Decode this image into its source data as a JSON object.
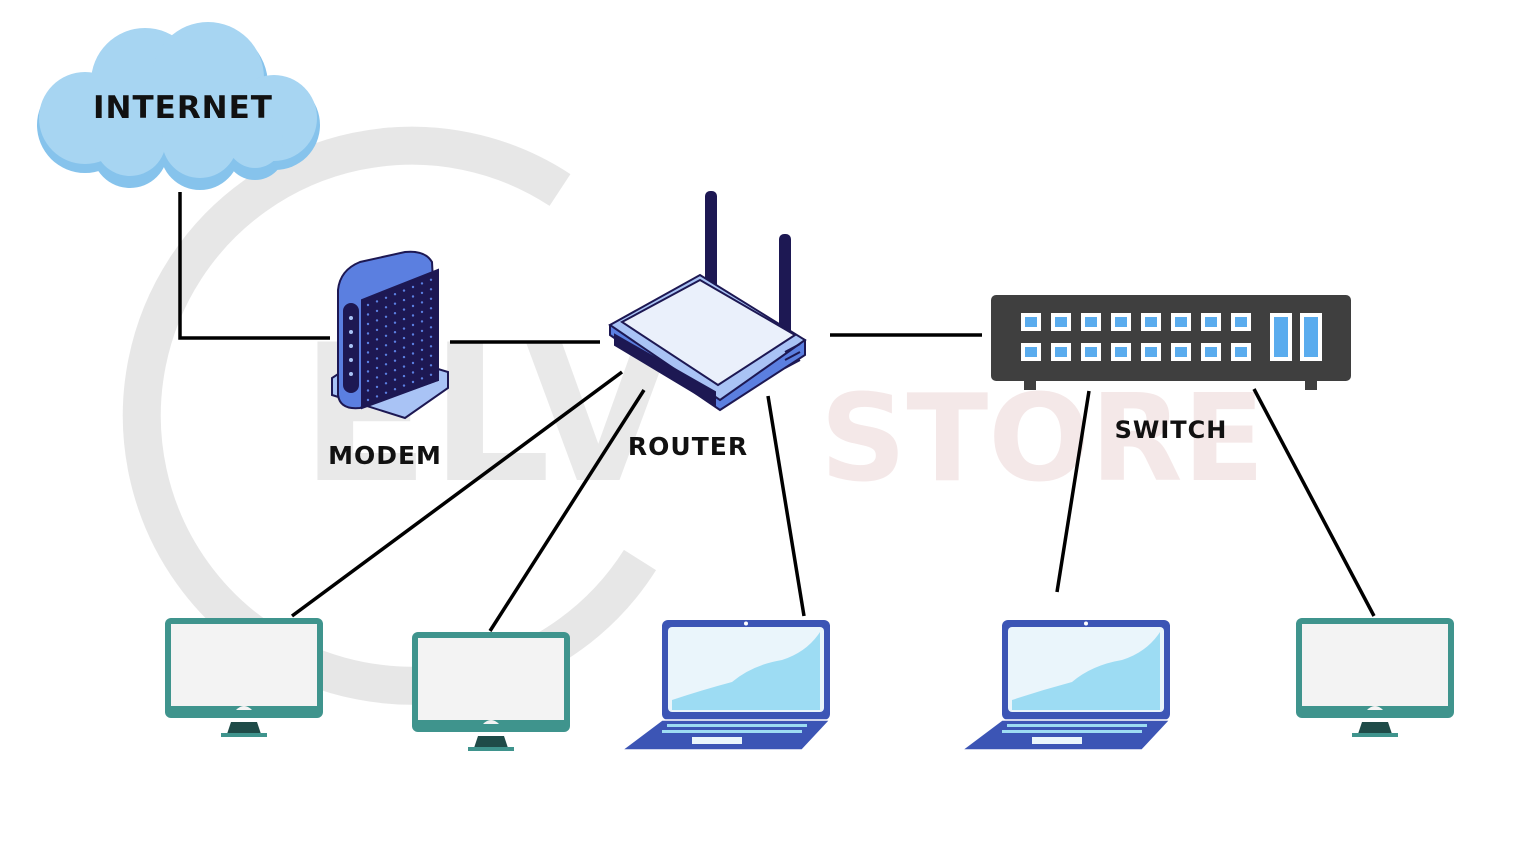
{
  "watermark": {
    "brand_left": "ELV",
    "brand_right": "STORE",
    "color_gray": "#d9d9d9",
    "color_red": "#f1dede"
  },
  "nodes": {
    "internet": {
      "label": "INTERNET"
    },
    "modem": {
      "label": "MODEM"
    },
    "router": {
      "label": "ROUTER"
    },
    "switch": {
      "label": "SWITCH",
      "port_rows": 2,
      "ports_per_row": 8,
      "uplink_ports": 2
    }
  },
  "endpoints": [
    {
      "type": "desktop",
      "connected_to": "router"
    },
    {
      "type": "desktop",
      "connected_to": "router"
    },
    {
      "type": "laptop",
      "connected_to": "router"
    },
    {
      "type": "laptop",
      "connected_to": "switch"
    },
    {
      "type": "desktop",
      "connected_to": "switch"
    }
  ],
  "connections": [
    [
      "internet",
      "modem"
    ],
    [
      "modem",
      "router"
    ],
    [
      "router",
      "switch"
    ],
    [
      "router",
      "desktop-1"
    ],
    [
      "router",
      "desktop-2"
    ],
    [
      "router",
      "laptop-1"
    ],
    [
      "switch",
      "laptop-2"
    ],
    [
      "switch",
      "desktop-3"
    ]
  ],
  "colors": {
    "cloud": "#a7d5f2",
    "cloud_shadow": "#86c3ec",
    "device_blue": "#5b7fe0",
    "device_dark": "#1d1853",
    "device_light": "#a9c3f5",
    "switch_body": "#3f3f3f",
    "switch_port": "#5aacee",
    "monitor_frame": "#3f948d",
    "monitor_stand": "#1f4b48",
    "monitor_screen": "#f3f3f3",
    "laptop_body": "#3c55b5",
    "laptop_screen_wave": "#9ddcf3",
    "line": "#000000"
  }
}
